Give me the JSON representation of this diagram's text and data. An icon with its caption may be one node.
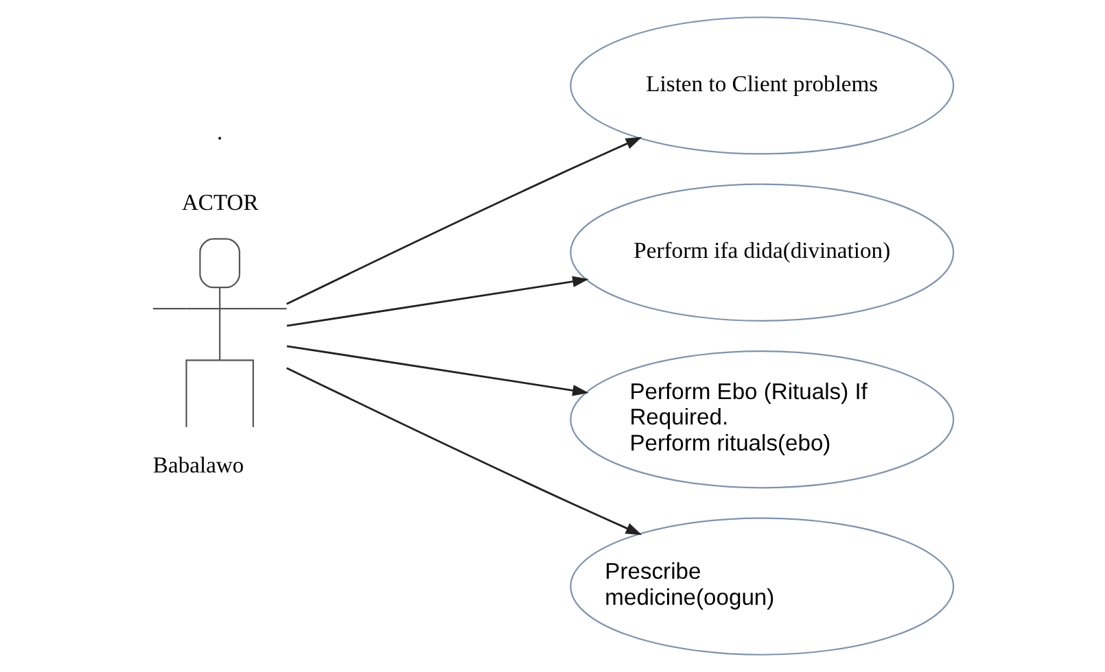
{
  "diagram": {
    "nodes": [
      {
        "text": [],
        "shape": "person",
        "beside": [
          "ACTOR",
          "Babalawo"
        ]
      },
      {
        "text": [
          "Listen to Client problems"
        ]
      },
      {
        "text": [
          "Perform ifa dida(divination)"
        ]
      },
      {
        "text": [
          "Perform Ebo (Rituals) If Required.",
          "Perform rituals(ebo)"
        ]
      },
      {
        "text": [
          "Prescribe medicine(oogun)"
        ]
      }
    ],
    "edges": [
      {
        "from": 0,
        "to": 1,
        "arrow": "to"
      },
      {
        "from": 0,
        "to": 2,
        "arrow": "to"
      },
      {
        "from": 0,
        "to": 3,
        "arrow": "to"
      },
      {
        "from": 0,
        "to": 4,
        "arrow": "to"
      }
    ],
    "labels": [
      "."
    ]
  }
}
